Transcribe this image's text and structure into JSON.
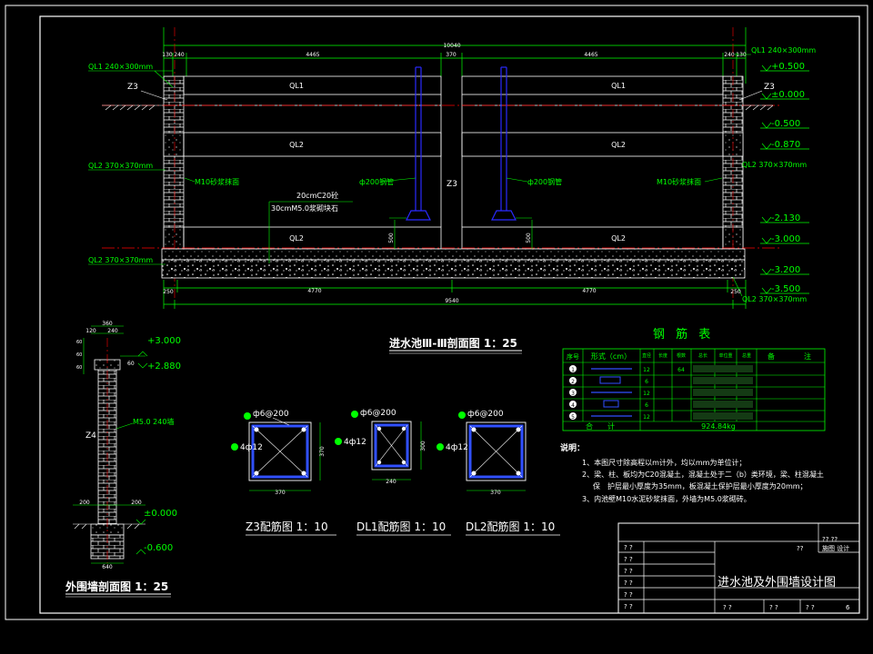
{
  "colors": {
    "background": "#000000",
    "frame": "#ffffff",
    "dimension": "#00ff00",
    "concrete": "#ffffff",
    "beam_label": "#ffffff",
    "axis": "#ff0000",
    "pipe": "#2a2aff",
    "rebar": "#3050ff",
    "table_text": "#00ff00"
  },
  "main_section": {
    "title": "进水池Ⅲ-Ⅲ剖面图 1：25",
    "top_dims": [
      "130",
      "240",
      "4465",
      "370",
      "4465",
      "240",
      "130"
    ],
    "overall_top": "10040",
    "overall_bottom": "9540",
    "bottom_dims": [
      "250",
      "4770",
      "4770",
      "250"
    ],
    "beam_labels": [
      "QL1",
      "QL1",
      "QL2",
      "QL2",
      "QL2",
      "QL2"
    ],
    "center_column": "Z3",
    "pipe_labels": [
      "ф200钢管",
      "ф200钢管"
    ],
    "pipe_base_dims": [
      "500",
      "500"
    ],
    "mortar_labels": [
      "M10砂浆抹面",
      "M10砂浆抹面"
    ],
    "slab_note_1": "20cmC20砼",
    "slab_note_2": "30cmM5.0浆砌块石",
    "left_notes": [
      "QL1 240×300mm",
      "Z3",
      "QL2 370×370mm",
      "QL2 370×370mm"
    ],
    "right_notes": [
      "QL1 240×300mm",
      "Z3",
      "QL2 370×370mm",
      "QL2 370×370mm"
    ],
    "elevations": [
      "+0.500",
      "±0.000",
      "-0.500",
      "-0.870",
      "-2.130",
      "-3.000",
      "-3.200",
      "-3.500"
    ]
  },
  "wall_section": {
    "title": "外围墙剖面图 1：25",
    "top_dims": [
      "360",
      "120",
      "240"
    ],
    "side_dims": [
      "60",
      "60",
      "60"
    ],
    "small_dim": "60",
    "column": "Z4",
    "wall_note": "M5.0 240墙",
    "elevations": [
      "+3.000",
      "+2.880",
      "±0.000",
      "-0.600"
    ],
    "foot_dims": [
      "200",
      "200"
    ],
    "base_width": "640"
  },
  "rebar_details": [
    {
      "title": "Z3配筋图 1：10",
      "stirrup": "ф6@200",
      "main": "4ф12",
      "width": "370",
      "height": "370"
    },
    {
      "title": "DL1配筋图 1：10",
      "stirrup": "ф6@200",
      "main": "4ф12",
      "width": "240",
      "height": "300"
    },
    {
      "title": "DL2配筋图 1：10",
      "stirrup": "ф6@200",
      "main": "4ф12",
      "width": "370",
      "height": "370"
    }
  ],
  "steel_table": {
    "title": "钢 筋 表",
    "headers": [
      "序号",
      "形式（cm）",
      "直径",
      "长度",
      "根数",
      "总长",
      "单位重",
      "总重",
      "备",
      "注"
    ],
    "rows": [
      [
        "1",
        "",
        "12",
        "",
        "64",
        "",
        "",
        ""
      ],
      [
        "2",
        "",
        "6",
        "",
        "",
        "",
        "",
        ""
      ],
      [
        "3",
        "",
        "12",
        "",
        "",
        "",
        "",
        ""
      ],
      [
        "4",
        "",
        "6",
        "",
        "",
        "",
        "",
        ""
      ],
      [
        "5",
        "",
        "12",
        "",
        "",
        "",
        "",
        ""
      ]
    ],
    "total_label": "合　　计",
    "total_value": "924.84kg"
  },
  "notes": {
    "heading": "说明：",
    "lines": [
      "1、本图尺寸除高程以m计外，均以mm为单位计；",
      "2、梁、柱、板均为C20混凝土，混凝土处于二（b）类环境，梁、柱混凝土",
      "保　护层最小厚度为35mm，板混凝土保护层最小厚度为20mm；",
      "3、内池壁M10水泥砂浆抹面，外墙为M5.0浆砌砖。"
    ]
  },
  "title_block": {
    "drawing_name": "进水池及外围墙设计图",
    "cells_left": [
      "? ?",
      "? ?",
      "? ?",
      "? ?",
      "? ?",
      "? ?"
    ],
    "cells_top_right": [
      "??",
      "?? ??",
      "施图 设计"
    ],
    "cells_bottom": [
      "? ?",
      "? ?",
      "? ?",
      "6"
    ]
  }
}
